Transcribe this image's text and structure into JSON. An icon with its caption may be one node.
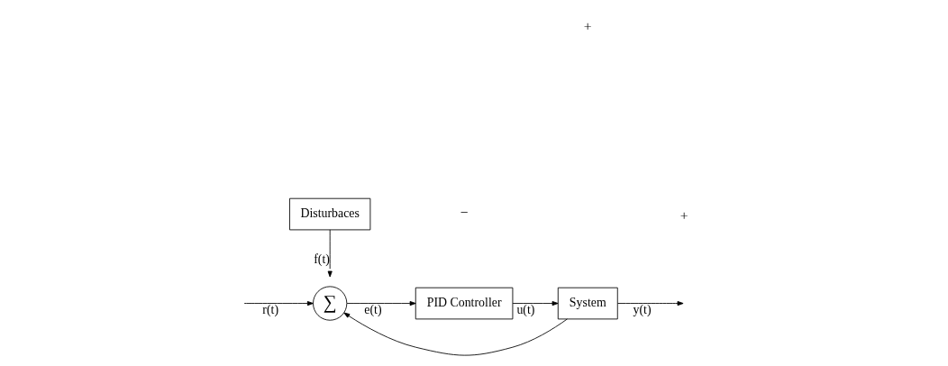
{
  "diagram": {
    "nodes": [
      {
        "text": [
          "Disturbaces"
        ]
      },
      {
        "text": [
          "∑"
        ]
      },
      {
        "text": [
          "PID Controller"
        ]
      },
      {
        "text": [
          "System"
        ]
      }
    ],
    "edges": [
      {
        "from": 0,
        "to": 1,
        "arrow": "to",
        "label": "f(t)"
      },
      {
        "from": null,
        "to": 1,
        "arrow": "to",
        "label": "r(t)"
      },
      {
        "from": 1,
        "to": 2,
        "arrow": "to",
        "label": "e(t)"
      },
      {
        "from": 2,
        "to": 3,
        "arrow": "to",
        "label": "u(t)"
      },
      {
        "from": 3,
        "to": null,
        "arrow": "to",
        "label": "y(t)"
      },
      {
        "from": 3,
        "to": 1,
        "arrow": "to"
      }
    ],
    "labels": [
      "+",
      "+",
      "−"
    ]
  }
}
